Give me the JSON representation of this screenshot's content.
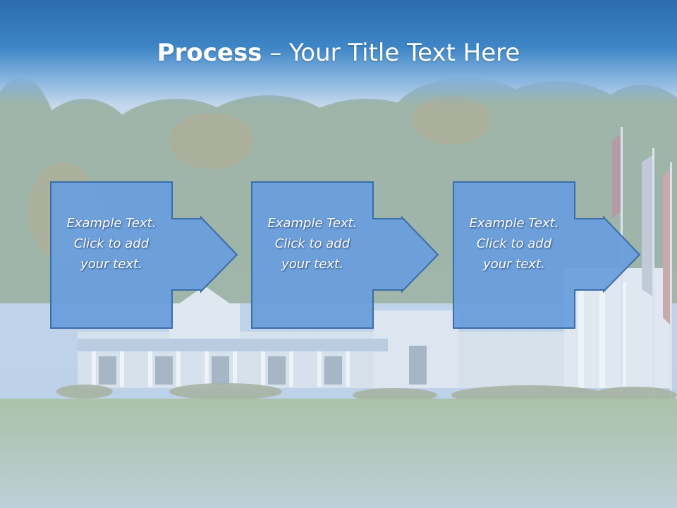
{
  "slide": {
    "title_bold": "Process",
    "title_rest": " – Your Title Text Here"
  },
  "steps": [
    {
      "text": "Example Text. Click  to add your text."
    },
    {
      "text": "Example Text. Click  to add your text."
    },
    {
      "text": "Example Text. Click  to add your text."
    }
  ],
  "colors": {
    "title_band": "#3a7fc1",
    "shape_fill": "#6a9fdc",
    "shape_outline": "#3b6ea8",
    "text": "#ffffff"
  }
}
